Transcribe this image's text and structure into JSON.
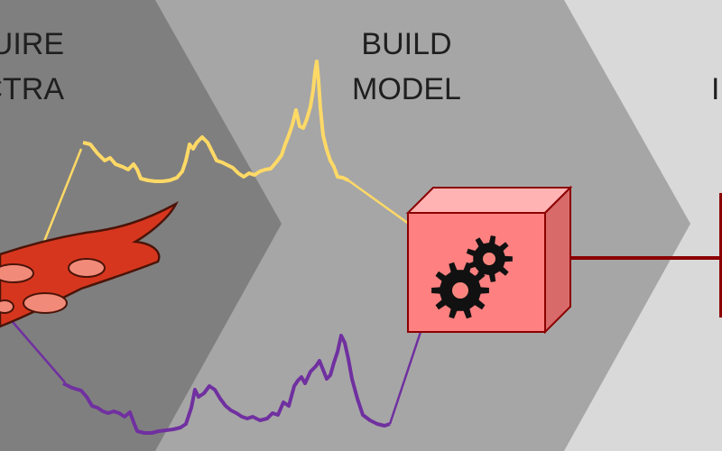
{
  "stages": [
    {
      "line1": "UIRE",
      "line2": "CTRA"
    },
    {
      "line1": "BUILD",
      "line2": "MODEL"
    },
    {
      "line1": "",
      "line2": "I"
    }
  ],
  "colors": {
    "band1": "#7f7f7f",
    "band2": "#a6a6a6",
    "band3": "#d9d9d9",
    "spectrum_yellow": "#ffd966",
    "spectrum_purple": "#7030a0",
    "cell_fill": "#d7361e",
    "cell_outline": "#4a1408",
    "nucleus_fill": "#f28a7a",
    "model_box_front": "#ff8080",
    "model_box_top": "#ffb3b3",
    "model_box_side": "#d96a6a",
    "model_box_edge": "#8b0000",
    "gear_color": "#111111",
    "connector": "#8b0000"
  },
  "icons": [
    "cell-icon",
    "gear-icon",
    "gear-icon"
  ]
}
